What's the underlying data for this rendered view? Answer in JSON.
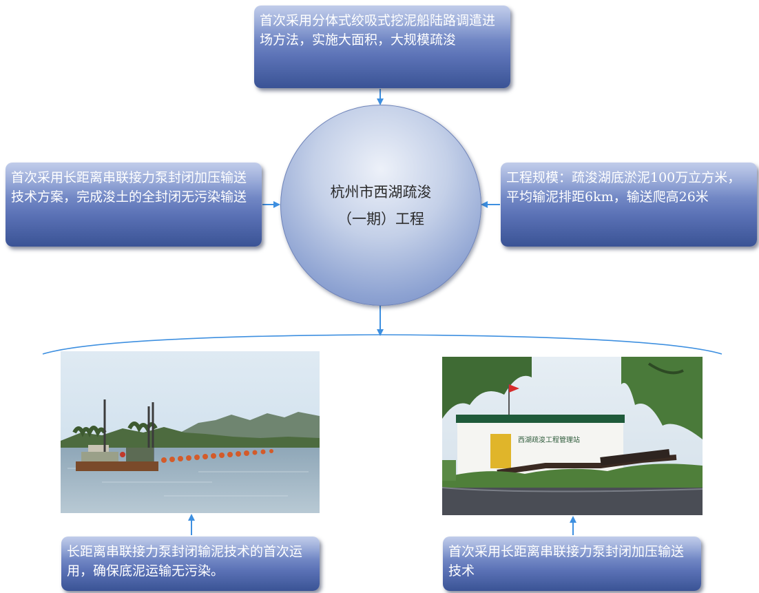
{
  "center": {
    "line1": "杭州市西湖疏浚",
    "line2": "（一期）工程"
  },
  "top_box": {
    "text": "首次采用分体式绞吸式挖泥船陆路调遣进场方法，实施大面积，大规模疏浚"
  },
  "left_box": {
    "text": "首次采用长距离串联接力泵封闭加压输送技术方案，完成浚土的全封闭无污染输送"
  },
  "right_box": {
    "text": "工程规模：疏浚湖底淤泥100万立方米，平均输泥排距6km，输送爬高26米"
  },
  "bottom_left_box": {
    "text": "长距离串联接力泵封闭输泥技术的首次运用，确保底泥运输无污染。"
  },
  "bottom_right_box": {
    "text": "首次采用长距离串联接力泵封闭加压输送技术"
  },
  "photos": {
    "right_photo_sign": "西湖疏浚工程管理站"
  },
  "colors": {
    "box_gradient_top": "#a9b9e2",
    "box_gradient_bottom": "#3a5395",
    "connector": "#3d8fe0",
    "hub_light": "#edf1f9",
    "hub_dark": "#6f86c1"
  }
}
